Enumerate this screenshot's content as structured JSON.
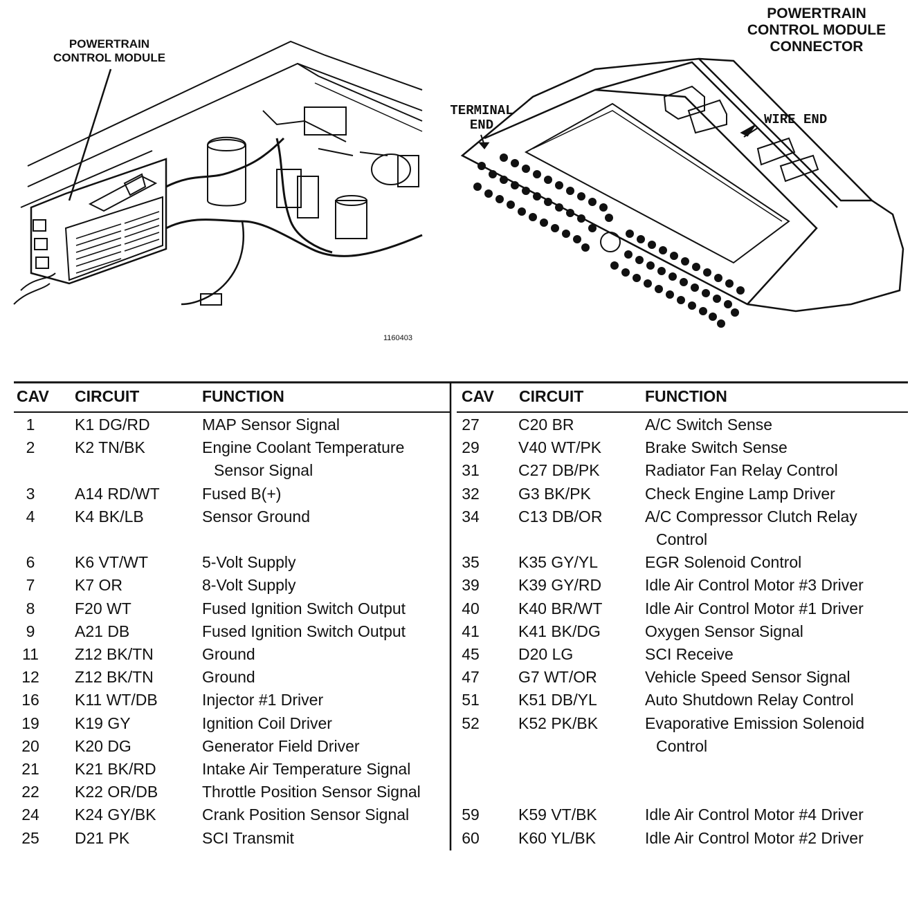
{
  "labels": {
    "pcm": "POWERTRAIN\nCONTROL MODULE",
    "pcm_connector": "POWERTRAIN\nCONTROL MODULE\nCONNECTOR",
    "terminal_end": "TERMINAL\nEND",
    "wire_end": "WIRE  END",
    "figure_id": "1160403"
  },
  "table": {
    "headers": [
      "CAV",
      "CIRCUIT",
      "FUNCTION"
    ],
    "left": [
      {
        "cav": "1",
        "circuit": "K1 DG/RD",
        "function": "MAP Sensor Signal"
      },
      {
        "cav": "2",
        "circuit": "K2 TN/BK",
        "function": "Engine Coolant Temperature",
        "function2": "Sensor Signal"
      },
      {
        "cav": "3",
        "circuit": "A14 RD/WT",
        "function": "Fused B(+)"
      },
      {
        "cav": "4",
        "circuit": "K4 BK/LB",
        "function": "Sensor Ground"
      },
      {
        "cav": "6",
        "circuit": "K6 VT/WT",
        "function": "5-Volt Supply"
      },
      {
        "cav": "7",
        "circuit": "K7 OR",
        "function": "8-Volt Supply"
      },
      {
        "cav": "8",
        "circuit": "F20 WT",
        "function": "Fused Ignition Switch Output"
      },
      {
        "cav": "9",
        "circuit": "A21 DB",
        "function": "Fused Ignition Switch Output"
      },
      {
        "cav": "11",
        "circuit": "Z12 BK/TN",
        "function": "Ground"
      },
      {
        "cav": "12",
        "circuit": "Z12 BK/TN",
        "function": "Ground"
      },
      {
        "cav": "16",
        "circuit": "K11 WT/DB",
        "function": "Injector #1 Driver"
      },
      {
        "cav": "19",
        "circuit": "K19 GY",
        "function": "Ignition Coil Driver"
      },
      {
        "cav": "20",
        "circuit": "K20 DG",
        "function": "Generator Field Driver"
      },
      {
        "cav": "21",
        "circuit": "K21 BK/RD",
        "function": "Intake Air Temperature Signal"
      },
      {
        "cav": "22",
        "circuit": "K22 OR/DB",
        "function": "Throttle Position Sensor Signal"
      },
      {
        "cav": "24",
        "circuit": "K24 GY/BK",
        "function": "Crank Position Sensor Signal"
      },
      {
        "cav": "25",
        "circuit": "D21 PK",
        "function": "SCI Transmit"
      }
    ],
    "right": [
      {
        "cav": "27",
        "circuit": "C20 BR",
        "function": "A/C Switch Sense"
      },
      {
        "cav": "29",
        "circuit": "V40 WT/PK",
        "function": "Brake Switch Sense"
      },
      {
        "cav": "31",
        "circuit": "C27 DB/PK",
        "function": "Radiator Fan Relay Control"
      },
      {
        "cav": "32",
        "circuit": "G3 BK/PK",
        "function": "Check Engine Lamp Driver"
      },
      {
        "cav": "34",
        "circuit": "C13 DB/OR",
        "function": "A/C Compressor Clutch Relay",
        "function2": "Control"
      },
      {
        "cav": "35",
        "circuit": "K35 GY/YL",
        "function": "EGR Solenoid Control"
      },
      {
        "cav": "39",
        "circuit": "K39 GY/RD",
        "function": "Idle Air Control Motor #3 Driver"
      },
      {
        "cav": "40",
        "circuit": "K40 BR/WT",
        "function": "Idle Air Control Motor #1 Driver"
      },
      {
        "cav": "41",
        "circuit": "K41 BK/DG",
        "function": "Oxygen Sensor Signal"
      },
      {
        "cav": "45",
        "circuit": "D20 LG",
        "function": "SCI Receive"
      },
      {
        "cav": "47",
        "circuit": "G7 WT/OR",
        "function": "Vehicle Speed Sensor Signal"
      },
      {
        "cav": "51",
        "circuit": "K51 DB/YL",
        "function": "Auto Shutdown Relay Control"
      },
      {
        "cav": "52",
        "circuit": "K52  PK/BK",
        "function": "Evaporative Emission Solenoid",
        "function2": "Control"
      },
      {
        "cav": "59",
        "circuit": "K59 VT/BK",
        "function": "Idle Air Control Motor #4 Driver"
      },
      {
        "cav": "60",
        "circuit": "K60 YL/BK",
        "function": "Idle Air Control Motor #2 Driver"
      }
    ]
  }
}
